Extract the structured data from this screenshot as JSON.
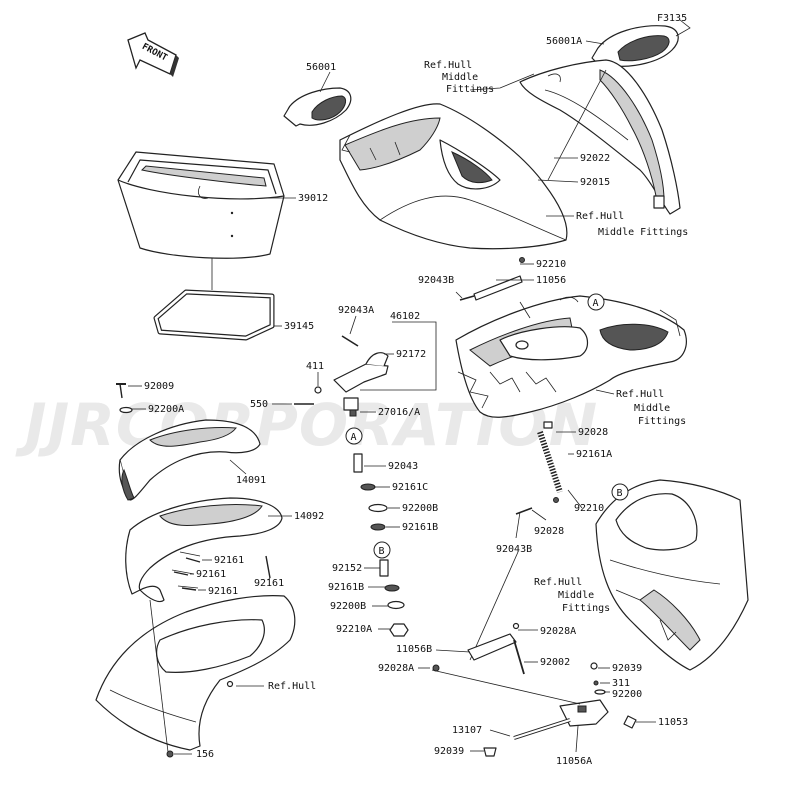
{
  "watermark": "JJRCORPORATION",
  "front_arrow": "FRONT",
  "figure_code": "F3135",
  "labels": {
    "p56001A": "56001A",
    "p56001": "56001",
    "ref_hull_mf_top1": "Ref.Hull",
    "ref_hull_mf_top2": "Middle",
    "ref_hull_mf_top3": "Fittings",
    "p92022": "92022",
    "p92015": "92015",
    "p39012": "39012",
    "ref_hull_mf_mid1": "Ref.Hull",
    "ref_hull_mf_mid2": "Middle Fittings",
    "p92210_top": "92210",
    "p92043B_top": "92043B",
    "p11056": "11056",
    "p39145": "39145",
    "p92043A": "92043A",
    "p46102": "46102",
    "p92172": "92172",
    "p411": "411",
    "p92009": "92009",
    "p550": "550",
    "p92200A": "92200A",
    "p27016A": "27016/A",
    "ref_hull_mf_r1": "Ref.Hull",
    "ref_hull_mf_r2": "Middle",
    "ref_hull_mf_r3": "Fittings",
    "p92028_top": "92028",
    "p14091": "14091",
    "p92043": "92043",
    "p92161A": "92161A",
    "p92161C": "92161C",
    "p92200B_1": "92200B",
    "p92210_r": "92210",
    "p14092": "14092",
    "p92161B_1": "92161B",
    "p92028_mid": "92028",
    "p92043B_mid": "92043B",
    "p92161_a": "92161",
    "p92161_b": "92161",
    "p92161_c": "92161",
    "p92161_d": "92161",
    "p92152": "92152",
    "p92161B_2": "92161B",
    "p92200B_2": "92200B",
    "p92210A": "92210A",
    "ref_hull_mf_b1": "Ref.Hull",
    "ref_hull_mf_b2": "Middle",
    "ref_hull_mf_b3": "Fittings",
    "p92028A_1": "92028A",
    "p11056B": "11056B",
    "p92002": "92002",
    "p92028A_2": "92028A",
    "p92039_1": "92039",
    "p311": "311",
    "p92200": "92200",
    "ref_hull": "Ref.Hull",
    "p11053": "11053",
    "p13107": "13107",
    "p92039_2": "92039",
    "p11056A": "11056A",
    "p156": "156"
  },
  "callouts": {
    "A1": "A",
    "A2": "A",
    "B1": "B",
    "B2": "B"
  }
}
